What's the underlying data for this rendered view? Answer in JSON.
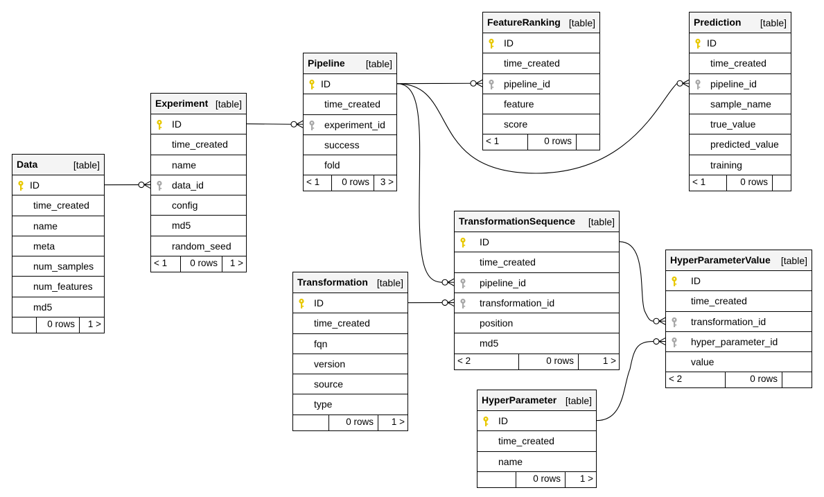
{
  "diagram": {
    "tables": [
      {
        "id": "data",
        "name": "Data",
        "kind": "[table]",
        "columns": [
          {
            "name": "ID",
            "key": "pk"
          },
          {
            "name": "time_created"
          },
          {
            "name": "name"
          },
          {
            "name": "meta"
          },
          {
            "name": "num_samples"
          },
          {
            "name": "num_features"
          },
          {
            "name": "md5"
          }
        ],
        "footer": {
          "prev": "",
          "rows": "0 rows",
          "next": "1 >"
        }
      },
      {
        "id": "experiment",
        "name": "Experiment",
        "kind": "[table]",
        "columns": [
          {
            "name": "ID",
            "key": "pk"
          },
          {
            "name": "time_created"
          },
          {
            "name": "name"
          },
          {
            "name": "data_id",
            "key": "fk"
          },
          {
            "name": "config"
          },
          {
            "name": "md5"
          },
          {
            "name": "random_seed"
          }
        ],
        "footer": {
          "prev": "< 1",
          "rows": "0 rows",
          "next": "1 >"
        }
      },
      {
        "id": "pipeline",
        "name": "Pipeline",
        "kind": "[table]",
        "columns": [
          {
            "name": "ID",
            "key": "pk"
          },
          {
            "name": "time_created"
          },
          {
            "name": "experiment_id",
            "key": "fk"
          },
          {
            "name": "success"
          },
          {
            "name": "fold"
          }
        ],
        "footer": {
          "prev": "< 1",
          "rows": "0 rows",
          "next": "3 >"
        }
      },
      {
        "id": "featureranking",
        "name": "FeatureRanking",
        "kind": "[table]",
        "columns": [
          {
            "name": "ID",
            "key": "pk"
          },
          {
            "name": "time_created"
          },
          {
            "name": "pipeline_id",
            "key": "fk"
          },
          {
            "name": "feature"
          },
          {
            "name": "score"
          }
        ],
        "footer": {
          "prev": "< 1",
          "rows": "0 rows",
          "next": ""
        }
      },
      {
        "id": "prediction",
        "name": "Prediction",
        "kind": "[table]",
        "columns": [
          {
            "name": "ID",
            "key": "pk"
          },
          {
            "name": "time_created"
          },
          {
            "name": "pipeline_id",
            "key": "fk"
          },
          {
            "name": "sample_name"
          },
          {
            "name": "true_value"
          },
          {
            "name": "predicted_value"
          },
          {
            "name": "training"
          }
        ],
        "footer": {
          "prev": "< 1",
          "rows": "0 rows",
          "next": ""
        }
      },
      {
        "id": "transformationsequence",
        "name": "TransformationSequence",
        "kind": "[table]",
        "columns": [
          {
            "name": "ID",
            "key": "pk"
          },
          {
            "name": "time_created"
          },
          {
            "name": "pipeline_id",
            "key": "fk"
          },
          {
            "name": "transformation_id",
            "key": "fk"
          },
          {
            "name": "position"
          },
          {
            "name": "md5"
          }
        ],
        "footer": {
          "prev": "< 2",
          "rows": "0 rows",
          "next": "1 >"
        }
      },
      {
        "id": "transformation",
        "name": "Transformation",
        "kind": "[table]",
        "columns": [
          {
            "name": "ID",
            "key": "pk"
          },
          {
            "name": "time_created"
          },
          {
            "name": "fqn"
          },
          {
            "name": "version"
          },
          {
            "name": "source"
          },
          {
            "name": "type"
          }
        ],
        "footer": {
          "prev": "",
          "rows": "0 rows",
          "next": "1 >"
        }
      },
      {
        "id": "hyperparametervalue",
        "name": "HyperParameterValue",
        "kind": "[table]",
        "columns": [
          {
            "name": "ID",
            "key": "pk"
          },
          {
            "name": "time_created"
          },
          {
            "name": "transformation_id",
            "key": "fk"
          },
          {
            "name": "hyper_parameter_id",
            "key": "fk"
          },
          {
            "name": "value"
          }
        ],
        "footer": {
          "prev": "< 2",
          "rows": "0 rows",
          "next": ""
        }
      },
      {
        "id": "hyperparameter",
        "name": "HyperParameter",
        "kind": "[table]",
        "columns": [
          {
            "name": "ID",
            "key": "pk"
          },
          {
            "name": "time_created"
          },
          {
            "name": "name"
          }
        ],
        "footer": {
          "prev": "",
          "rows": "0 rows",
          "next": "1 >"
        }
      }
    ],
    "relations": [
      {
        "from": "data.ID",
        "to": "experiment.data_id"
      },
      {
        "from": "experiment.ID",
        "to": "pipeline.experiment_id"
      },
      {
        "from": "pipeline.ID",
        "to": "featureranking.pipeline_id"
      },
      {
        "from": "pipeline.ID",
        "to": "prediction.pipeline_id"
      },
      {
        "from": "pipeline.ID",
        "to": "transformationsequence.pipeline_id"
      },
      {
        "from": "transformation.ID",
        "to": "transformationsequence.transformation_id"
      },
      {
        "from": "transformationsequence.ID",
        "to": "hyperparametervalue.transformation_id"
      },
      {
        "from": "hyperparameter.ID",
        "to": "hyperparametervalue.hyper_parameter_id"
      }
    ],
    "colors": {
      "primary_key": "#e8c800",
      "foreign_key": "#a8a8a8",
      "header_bg": "#f4f4f4",
      "line": "#000000"
    }
  }
}
